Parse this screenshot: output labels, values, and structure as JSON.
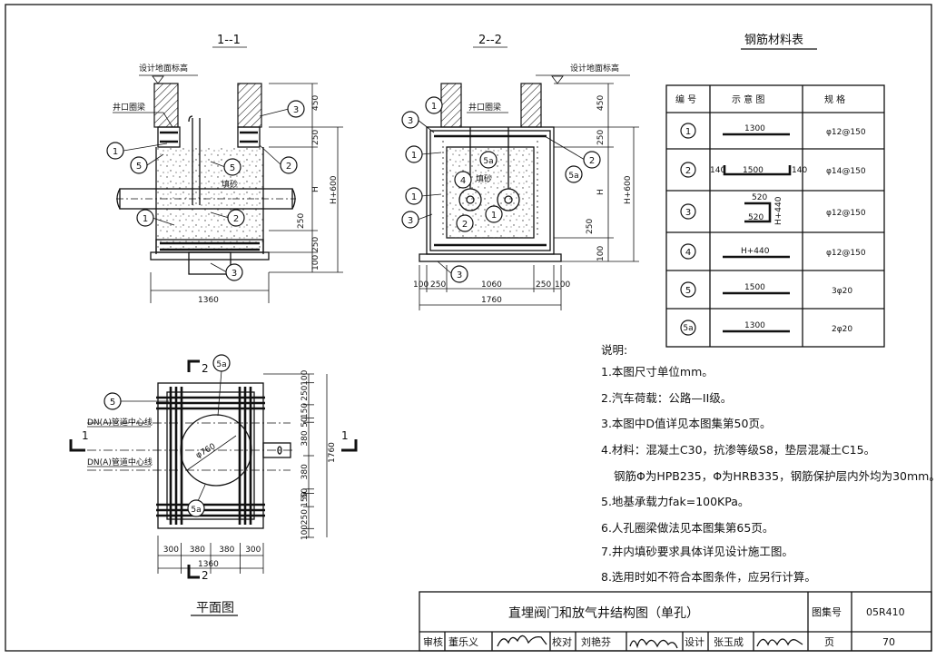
{
  "sections": {
    "s11": {
      "title": "1--1",
      "ground_label": "设计地面标高",
      "ring_label": "井口圈梁",
      "sand_label": "填砂",
      "dims": {
        "d450": "450",
        "d250a": "250",
        "h600": "H+600",
        "h": "H",
        "d250b": "250",
        "d250c": "250",
        "d100": "100",
        "w1360": "1360"
      }
    },
    "s22": {
      "title": "2--2",
      "ground_label": "设计地面标高",
      "ring_label": "井口圈梁",
      "sand_label": "填砂",
      "dims": {
        "d450": "450",
        "d250a": "250",
        "h600": "H+600",
        "h": "H",
        "d250b": "250",
        "d100": "100",
        "b100a": "100",
        "b250a": "250",
        "b1060": "1060",
        "b250b": "250",
        "b100b": "100",
        "w1760": "1760"
      }
    }
  },
  "plan": {
    "title": "平面图",
    "diameter": "φ760",
    "pipe_label_top": "DN(A)管道中心线",
    "pipe_label_bottom": "DN(A)管道中心线",
    "cut_top": "2",
    "cut_bottom": "2",
    "cut_left": "1",
    "cut_right": "1",
    "right_dims": [
      "100",
      "250",
      "150",
      "50",
      "380",
      "380",
      "50",
      "150",
      "250",
      "100"
    ],
    "right_total": "1760",
    "bottom_dims": [
      "300",
      "380",
      "380",
      "300"
    ],
    "bottom_total": "1360"
  },
  "table": {
    "title": "钢筋材料表",
    "headers": {
      "no": "编 号",
      "sketch": "示 意 图",
      "spec": "规 格"
    },
    "rows": [
      {
        "no": "1",
        "len": "1300",
        "spec": "φ12@150"
      },
      {
        "no": "2",
        "len": "1500",
        "side_l": "140",
        "side_r": "140",
        "spec": "φ14@150"
      },
      {
        "no": "3",
        "len_top": "520",
        "len_bot": "520",
        "len_side": "H+440",
        "spec": "φ12@150"
      },
      {
        "no": "4",
        "len": "H+440",
        "spec": "φ12@150"
      },
      {
        "no": "5",
        "len": "1500",
        "spec": "3φ20"
      },
      {
        "no": "5a",
        "len": "1300",
        "spec": "2φ20"
      }
    ]
  },
  "notes": {
    "title": "说明:",
    "items": [
      "1.本图尺寸单位mm。",
      "2.汽车荷载：公路—II级。",
      "3.本图中D值详见本图集第50页。",
      "4.材料：混凝土C30，抗渗等级S8，垫层混凝土C15。",
      "钢筋Φ为HPB235，Φ为HRB335，钢筋保护层内外均为30mm。",
      "5.地基承载力fak=100KPa。",
      "6.人孔圈梁做法见本图集第65页。",
      "7.井内填砂要求具体详见设计施工图。",
      "8.选用时如不符合本图条件，应另行计算。"
    ]
  },
  "titleblock": {
    "drawing_title": "直埋阀门和放气井结构图（单孔）",
    "atlas_label": "图集号",
    "atlas_no": "05R410",
    "review_label": "审核",
    "reviewer": "董乐义",
    "check_label": "校对",
    "checker": "刘艳芬",
    "design_label": "设计",
    "designer": "张玉成",
    "page_label": "页",
    "page_no": "70"
  }
}
